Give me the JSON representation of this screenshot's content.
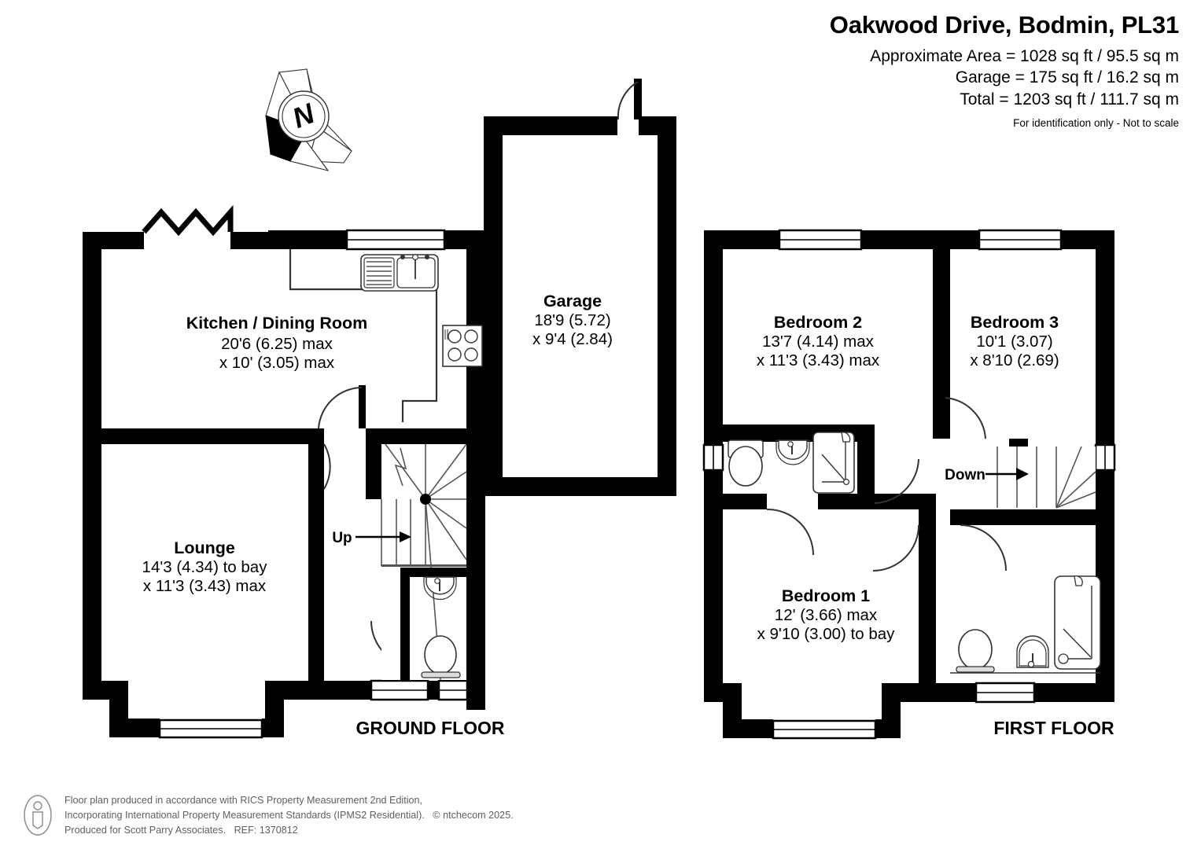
{
  "header": {
    "title": "Oakwood Drive, Bodmin, PL31",
    "approx_area": "Approximate Area = 1028 sq ft / 95.5 sq m",
    "garage_area": "Garage = 175 sq ft / 16.2 sq m",
    "total_area": "Total = 1203 sq ft / 111.7 sq m",
    "disclaimer": "For identification only - Not to scale"
  },
  "compass": {
    "label": "N"
  },
  "ground_floor": {
    "caption": "GROUND FLOOR",
    "rooms": [
      {
        "name": "Kitchen / Dining Room",
        "dim1": "20'6 (6.25) max",
        "dim2": "x 10' (3.05) max"
      },
      {
        "name": "Lounge",
        "dim1": "14'3 (4.34) to bay",
        "dim2": "x 11'3 (3.43) max"
      },
      {
        "name": "Garage",
        "dim1": "18'9  (5.72)",
        "dim2": "x 9'4 (2.84)"
      }
    ],
    "stairs_label": "Up"
  },
  "first_floor": {
    "caption": "FIRST FLOOR",
    "rooms": [
      {
        "name": "Bedroom 2",
        "dim1": "13'7 (4.14) max",
        "dim2": "x 11'3 (3.43) max"
      },
      {
        "name": "Bedroom 3",
        "dim1": "10'1 (3.07)",
        "dim2": "x 8'10 (2.69)"
      },
      {
        "name": "Bedroom 1",
        "dim1": "12' (3.66) max",
        "dim2": "x 9'10 (3.00) to bay"
      }
    ],
    "stairs_label": "Down"
  },
  "footer": {
    "line1": "Floor plan produced in accordance with RICS Property Measurement 2nd Edition,",
    "line2": "Incorporating International Property Measurement Standards (IPMS2 Residential).   © ntchecom 2025.",
    "line3": "Produced for Scott Parry Associates.   REF: 1370812"
  },
  "colors": {
    "wall": "#000000",
    "background": "#ffffff",
    "fixture_line": "#1a1a1a",
    "footer_text": "#606060"
  }
}
